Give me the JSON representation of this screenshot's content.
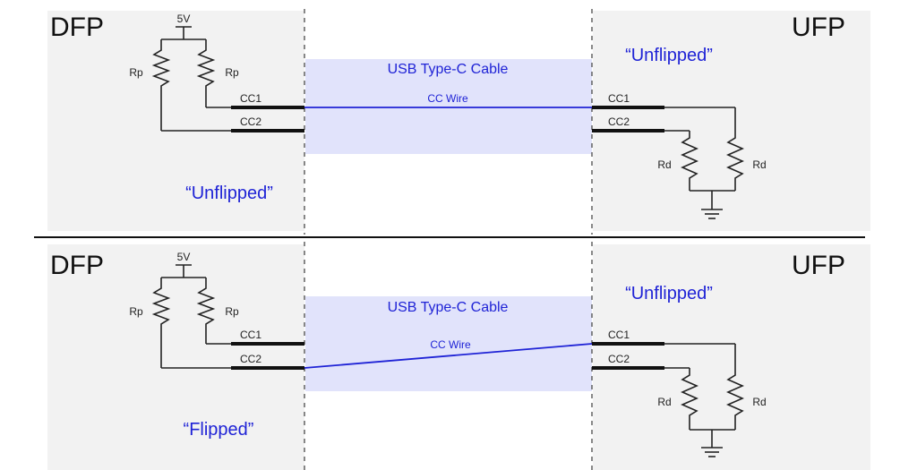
{
  "panels": [
    {
      "dfp_title": "DFP",
      "ufp_title": "UFP",
      "supply_label": "5V",
      "rp_left": "Rp",
      "rp_right": "Rp",
      "dfp_cc1": "CC1",
      "dfp_cc2": "CC2",
      "cable_label": "USB Type-C Cable",
      "wire_label": "CC Wire",
      "ufp_cc1": "CC1",
      "ufp_cc2": "CC2",
      "rd_left": "Rd",
      "rd_right": "Rd",
      "ufp_state": "“Unflipped”",
      "dfp_state": "“Unflipped”",
      "dfp_connected_pin": "CC1"
    },
    {
      "dfp_title": "DFP",
      "ufp_title": "UFP",
      "supply_label": "5V",
      "rp_left": "Rp",
      "rp_right": "Rp",
      "dfp_cc1": "CC1",
      "dfp_cc2": "CC2",
      "cable_label": "USB Type-C Cable",
      "wire_label": "CC Wire",
      "ufp_cc1": "CC1",
      "ufp_cc2": "CC2",
      "rd_left": "Rd",
      "rd_right": "Rd",
      "ufp_state": "“Unflipped”",
      "dfp_state": "“Flipped”",
      "dfp_connected_pin": "CC2"
    }
  ],
  "colors": {
    "panel_background": "#f2f2f2",
    "cable_fill": "#e1e3fb",
    "accent_blue": "#1f23d6",
    "wire": "#222222"
  }
}
